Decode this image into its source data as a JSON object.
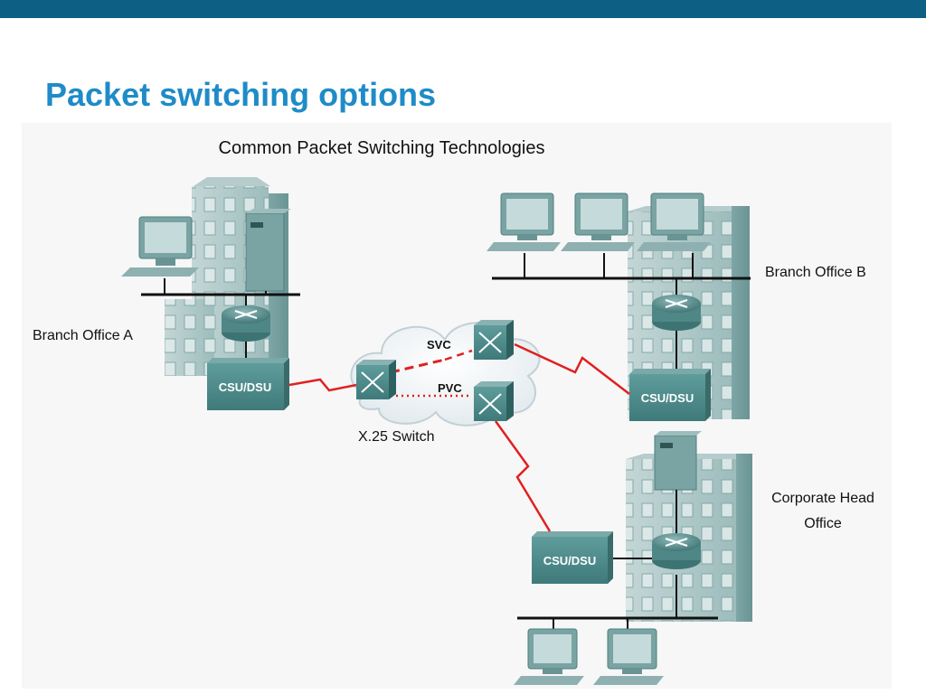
{
  "slide": {
    "title": "Packet switching options"
  },
  "diagram": {
    "title": "Common Packet Switching Technologies",
    "sites": {
      "branch_a": "Branch Office A",
      "branch_b": "Branch Office B",
      "hq_line1": "Corporate Head",
      "hq_line2": "Office"
    },
    "devices": {
      "csu_dsu_a": "CSU/DSU",
      "csu_dsu_b": "CSU/DSU",
      "csu_dsu_hq": "CSU/DSU"
    },
    "network": {
      "switch_label": "X.25 Switch",
      "svc_label": "SVC",
      "pvc_label": "PVC"
    }
  },
  "colors": {
    "top_bar": "#0e5f84",
    "title": "#1f8bc7",
    "link": "#e02020",
    "device": "#4f8e8e"
  }
}
